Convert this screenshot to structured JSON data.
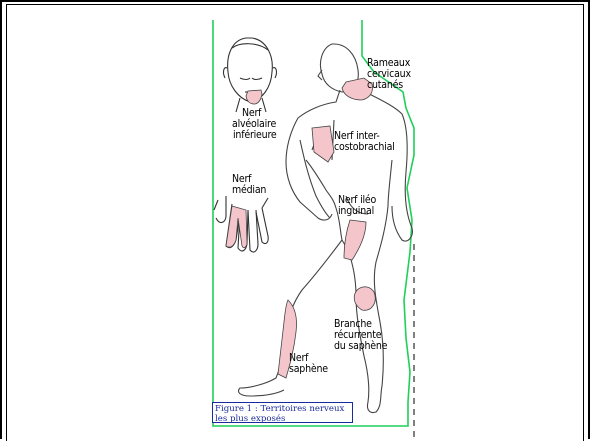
{
  "colors": {
    "border_green": "#1fcf5a",
    "nerve_pink": "#f4c6cc",
    "caption_blue": "#1a2a9c"
  },
  "labels": {
    "mandibular": [
      "Nerf",
      "alvéolaire",
      "inférieure"
    ],
    "median": [
      "Nerf",
      "médian"
    ],
    "cervical": [
      "Rameaux",
      "cervicaux",
      "cutanés"
    ],
    "intercosto": [
      "Nerf inter-",
      "costobrachial"
    ],
    "ilio": [
      "Nerf iléo",
      "inguinal"
    ],
    "saphene_rec": [
      "Branche",
      "récurrente",
      "du saphène"
    ],
    "saphene": [
      "Nerf",
      "saphène"
    ]
  },
  "caption": {
    "line1": "Figure 1 : Territoires nerveux",
    "line2": "les plus exposés"
  }
}
